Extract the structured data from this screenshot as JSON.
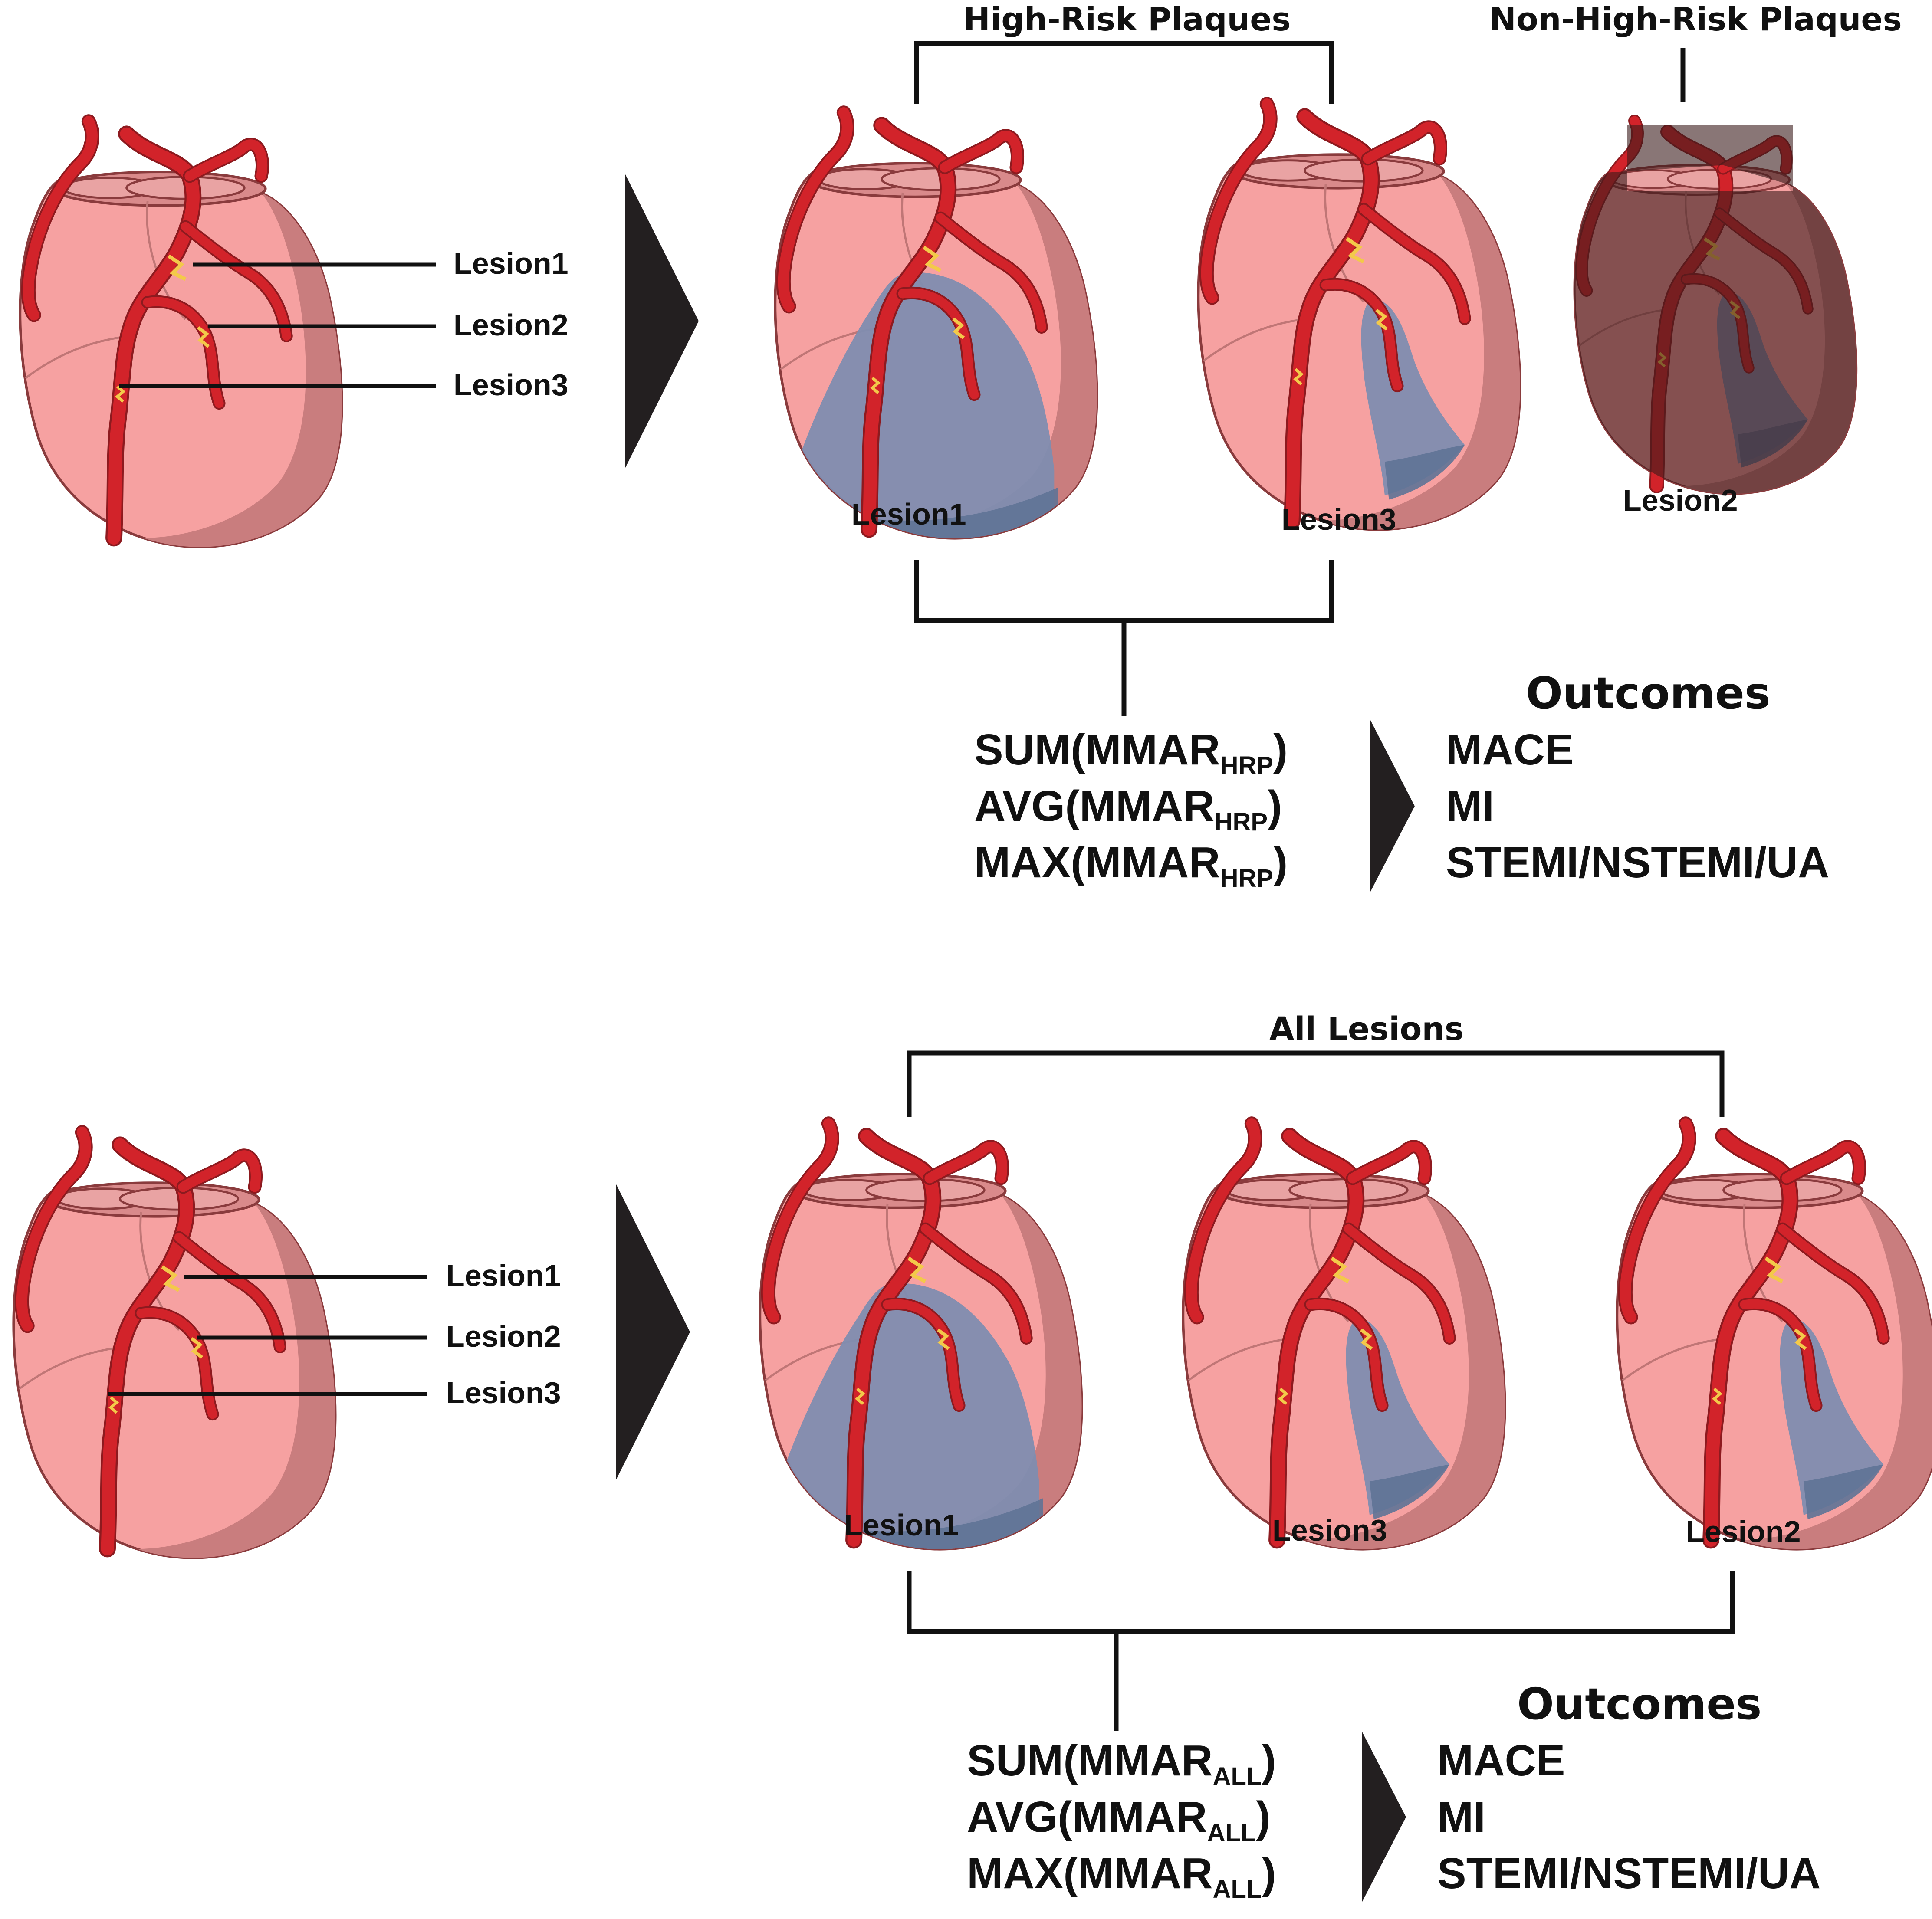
{
  "colors": {
    "heart_fill": "#f6a1a1",
    "heart_shade": "#c97d7e",
    "heart_outline": "#8a3b3d",
    "artery": "#d2232a",
    "artery_outline": "#8d1a1f",
    "plaque": "#f3c94a",
    "territory": "#7f8db0",
    "territory_edge": "#5f7396",
    "dim_heart": "#7a4a4b",
    "line": "#111111"
  },
  "top_panel": {
    "source_lesions": [
      "Lesion1",
      "Lesion2",
      "Lesion3"
    ],
    "group_label": "High-Risk Plaques",
    "other_group_label": "Non-High-Risk Plaques",
    "hearts": [
      {
        "label": "Lesion1",
        "group": "hrp",
        "territory": "large"
      },
      {
        "label": "Lesion3",
        "group": "hrp",
        "territory": "small"
      },
      {
        "label": "Lesion2",
        "group": "non_hrp",
        "territory": "small",
        "dimmed": true
      }
    ],
    "metrics": [
      {
        "prefix": "SUM(MMAR",
        "sub": "HRP",
        "suffix": ")"
      },
      {
        "prefix": "AVG(MMAR",
        "sub": "HRP",
        "suffix": ")"
      },
      {
        "prefix": "MAX(MMAR",
        "sub": "HRP",
        "suffix": ")"
      }
    ],
    "outcomes_title": "Outcomes",
    "outcomes": [
      "MACE",
      "MI",
      "STEMI/NSTEMI/UA"
    ]
  },
  "bottom_panel": {
    "source_lesions": [
      "Lesion1",
      "Lesion2",
      "Lesion3"
    ],
    "group_label": "All Lesions",
    "hearts": [
      {
        "label": "Lesion1",
        "territory": "large"
      },
      {
        "label": "Lesion3",
        "territory": "small"
      },
      {
        "label": "Lesion2",
        "territory": "small"
      }
    ],
    "metrics": [
      {
        "prefix": "SUM(MMAR",
        "sub": "ALL",
        "suffix": ")"
      },
      {
        "prefix": "AVG(MMAR",
        "sub": "ALL",
        "suffix": ")"
      },
      {
        "prefix": "MAX(MMAR",
        "sub": "ALL",
        "suffix": ")"
      }
    ],
    "outcomes_title": "Outcomes",
    "outcomes": [
      "MACE",
      "MI",
      "STEMI/NSTEMI/UA"
    ]
  }
}
